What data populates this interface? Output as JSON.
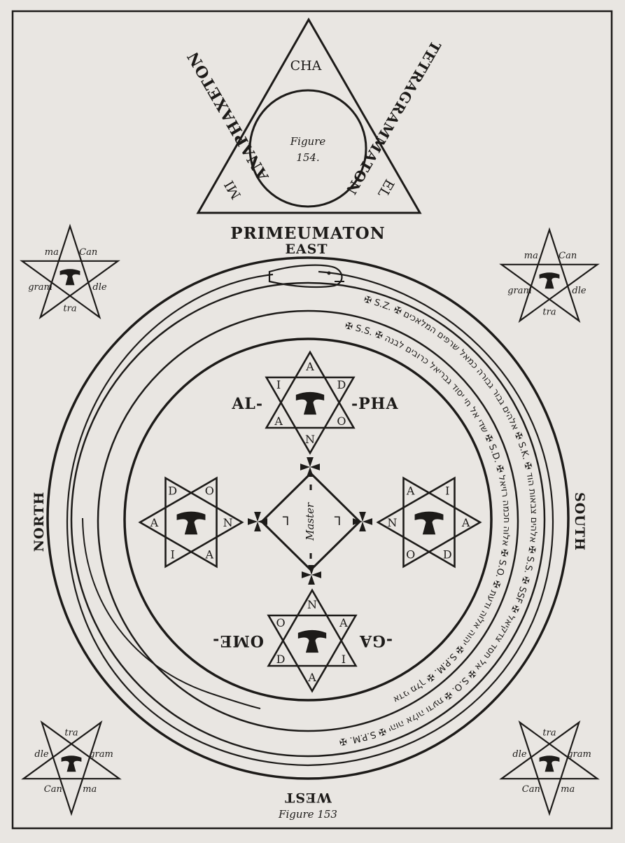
{
  "colors": {
    "paper": "#e9e6e2",
    "ink": "#1d1b19"
  },
  "triangle": {
    "left_side": "ANAPHAXETON",
    "right_side": "TETRAGRAMMATON",
    "top": "CHA",
    "bottom_left": "MI",
    "bottom_right": "EL",
    "figure_label": "Figure",
    "figure_number": "154."
  },
  "below_triangle": "PRIMEUMATON",
  "directions": {
    "east": "EAST",
    "west": "WEST",
    "north": "NORTH",
    "south": "SOUTH"
  },
  "caption": "Figure 153",
  "pentagrams": {
    "top_left": [
      "Can",
      "dle",
      "tra",
      "gram",
      "ma"
    ],
    "top_right": [
      "Can",
      "dle",
      "tra",
      "gram",
      "ma"
    ],
    "bottom_left": [
      "Can",
      "dle",
      "tra",
      "gram",
      "ma"
    ],
    "bottom_right": [
      "Can",
      "dle",
      "tra",
      "gram",
      "ma"
    ],
    "center_symbol": "T"
  },
  "hexagrams": {
    "top": {
      "left": "AL-",
      "right": "-PHA",
      "letters": [
        "A",
        "D",
        "O",
        "N",
        "A",
        "I"
      ]
    },
    "bottom": {
      "left": "OME-",
      "right": "-GA",
      "letters": [
        "A",
        "D",
        "O",
        "N",
        "A",
        "I"
      ]
    },
    "left": {
      "letters": [
        "A",
        "D",
        "O",
        "N",
        "A",
        "I"
      ]
    },
    "right": {
      "letters": [
        "A",
        "D",
        "O",
        "N",
        "A",
        "I"
      ]
    },
    "center_symbol": "T"
  },
  "center": {
    "label": "Master"
  },
  "rings": {
    "outer_sigil": "S.Z.",
    "inner_sigil": "S.S.",
    "left_sigil": "S.P.M.",
    "right_sigil": "S.K."
  }
}
